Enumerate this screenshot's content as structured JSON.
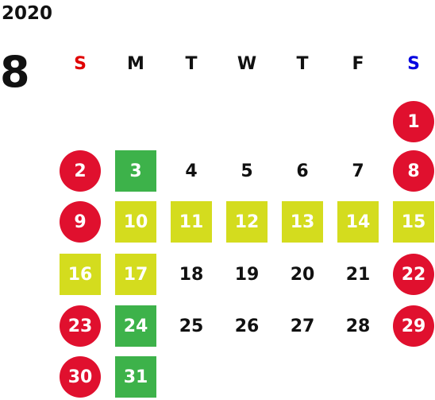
{
  "calendar": {
    "year": "2020",
    "month": "8",
    "colors": {
      "holiday": "#e0102e",
      "closed": "#3db24a",
      "short_hours": "#d4dc1e",
      "sunday_label": "#e00000",
      "saturday_label": "#0000e0",
      "text": "#111111"
    },
    "weekdays": [
      {
        "label": "S",
        "kind": "sunday"
      },
      {
        "label": "M",
        "kind": "weekday"
      },
      {
        "label": "T",
        "kind": "weekday"
      },
      {
        "label": "W",
        "kind": "weekday"
      },
      {
        "label": "T",
        "kind": "weekday"
      },
      {
        "label": "F",
        "kind": "weekday"
      },
      {
        "label": "S",
        "kind": "saturday"
      }
    ],
    "weeks": [
      [
        null,
        null,
        null,
        null,
        null,
        null,
        {
          "day": "1",
          "style": "holiday"
        }
      ],
      [
        {
          "day": "2",
          "style": "holiday"
        },
        {
          "day": "3",
          "style": "closed"
        },
        {
          "day": "4",
          "style": "plain"
        },
        {
          "day": "5",
          "style": "plain"
        },
        {
          "day": "6",
          "style": "plain"
        },
        {
          "day": "7",
          "style": "plain"
        },
        {
          "day": "8",
          "style": "holiday"
        }
      ],
      [
        {
          "day": "9",
          "style": "holiday"
        },
        {
          "day": "10",
          "style": "short_hours"
        },
        {
          "day": "11",
          "style": "short_hours"
        },
        {
          "day": "12",
          "style": "short_hours"
        },
        {
          "day": "13",
          "style": "short_hours"
        },
        {
          "day": "14",
          "style": "short_hours"
        },
        {
          "day": "15",
          "style": "short_hours"
        }
      ],
      [
        {
          "day": "16",
          "style": "short_hours"
        },
        {
          "day": "17",
          "style": "short_hours"
        },
        {
          "day": "18",
          "style": "plain"
        },
        {
          "day": "19",
          "style": "plain"
        },
        {
          "day": "20",
          "style": "plain"
        },
        {
          "day": "21",
          "style": "plain"
        },
        {
          "day": "22",
          "style": "holiday"
        }
      ],
      [
        {
          "day": "23",
          "style": "holiday"
        },
        {
          "day": "24",
          "style": "closed"
        },
        {
          "day": "25",
          "style": "plain"
        },
        {
          "day": "26",
          "style": "plain"
        },
        {
          "day": "27",
          "style": "plain"
        },
        {
          "day": "28",
          "style": "plain"
        },
        {
          "day": "29",
          "style": "holiday"
        }
      ],
      [
        {
          "day": "30",
          "style": "holiday"
        },
        {
          "day": "31",
          "style": "closed"
        },
        null,
        null,
        null,
        null,
        null
      ]
    ]
  }
}
